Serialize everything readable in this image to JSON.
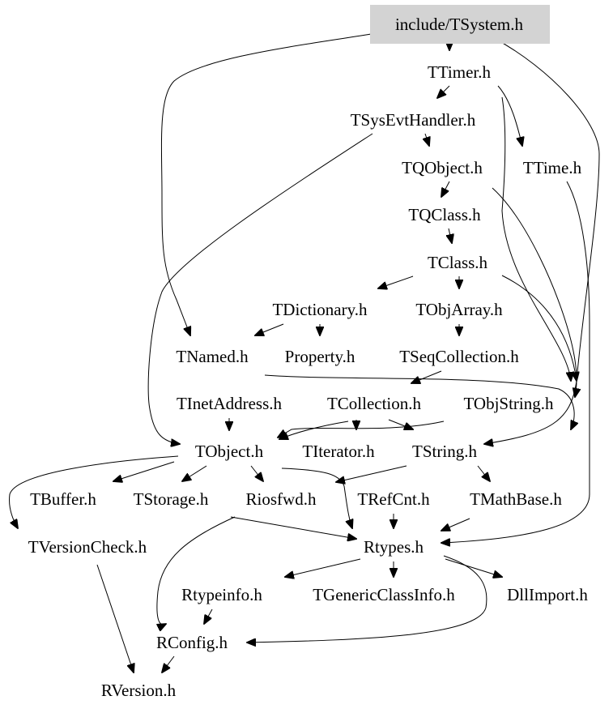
{
  "graph": {
    "root": "include/TSystem.h",
    "nodes": [
      {
        "id": "include_TSystem",
        "label": "include/TSystem.h"
      },
      {
        "id": "TTimer",
        "label": "TTimer.h"
      },
      {
        "id": "TSysEvtHandler",
        "label": "TSysEvtHandler.h"
      },
      {
        "id": "TQObject",
        "label": "TQObject.h"
      },
      {
        "id": "TTime",
        "label": "TTime.h"
      },
      {
        "id": "TQClass",
        "label": "TQClass.h"
      },
      {
        "id": "TClass",
        "label": "TClass.h"
      },
      {
        "id": "TDictionary",
        "label": "TDictionary.h"
      },
      {
        "id": "TObjArray",
        "label": "TObjArray.h"
      },
      {
        "id": "TNamed",
        "label": "TNamed.h"
      },
      {
        "id": "Property",
        "label": "Property.h"
      },
      {
        "id": "TSeqCollection",
        "label": "TSeqCollection.h"
      },
      {
        "id": "TInetAddress",
        "label": "TInetAddress.h"
      },
      {
        "id": "TCollection",
        "label": "TCollection.h"
      },
      {
        "id": "TObjString",
        "label": "TObjString.h"
      },
      {
        "id": "TObject",
        "label": "TObject.h"
      },
      {
        "id": "TIterator",
        "label": "TIterator.h"
      },
      {
        "id": "TString",
        "label": "TString.h"
      },
      {
        "id": "TBuffer",
        "label": "TBuffer.h"
      },
      {
        "id": "TStorage",
        "label": "TStorage.h"
      },
      {
        "id": "Riosfwd",
        "label": "Riosfwd.h"
      },
      {
        "id": "TRefCnt",
        "label": "TRefCnt.h"
      },
      {
        "id": "TMathBase",
        "label": "TMathBase.h"
      },
      {
        "id": "TVersionCheck",
        "label": "TVersionCheck.h"
      },
      {
        "id": "Rtypes",
        "label": "Rtypes.h"
      },
      {
        "id": "Rtypeinfo",
        "label": "Rtypeinfo.h"
      },
      {
        "id": "TGenericClassInfo",
        "label": "TGenericClassInfo.h"
      },
      {
        "id": "DllImport",
        "label": "DllImport.h"
      },
      {
        "id": "RConfig",
        "label": "RConfig.h"
      },
      {
        "id": "RVersion",
        "label": "RVersion.h"
      }
    ],
    "edges": [
      {
        "from": "include_TSystem",
        "to": "TTimer"
      },
      {
        "from": "include_TSystem",
        "to": "TNamed"
      },
      {
        "from": "include_TSystem",
        "to": "TString"
      },
      {
        "from": "TTimer",
        "to": "TSysEvtHandler"
      },
      {
        "from": "TTimer",
        "to": "TTime"
      },
      {
        "from": "TTimer",
        "to": "TObjString"
      },
      {
        "from": "TSysEvtHandler",
        "to": "TQObject"
      },
      {
        "from": "TSysEvtHandler",
        "to": "TObject"
      },
      {
        "from": "TQObject",
        "to": "TQClass"
      },
      {
        "from": "TQObject",
        "to": "TObjString"
      },
      {
        "from": "TTime",
        "to": "Rtypes"
      },
      {
        "from": "TQClass",
        "to": "TClass"
      },
      {
        "from": "TClass",
        "to": "TDictionary"
      },
      {
        "from": "TClass",
        "to": "TObjArray"
      },
      {
        "from": "TClass",
        "to": "TObjString"
      },
      {
        "from": "TDictionary",
        "to": "TNamed"
      },
      {
        "from": "TDictionary",
        "to": "Property"
      },
      {
        "from": "TObjArray",
        "to": "TSeqCollection"
      },
      {
        "from": "TSeqCollection",
        "to": "TCollection"
      },
      {
        "from": "TNamed",
        "to": "TString"
      },
      {
        "from": "TInetAddress",
        "to": "TObject"
      },
      {
        "from": "TCollection",
        "to": "TObject"
      },
      {
        "from": "TCollection",
        "to": "TIterator"
      },
      {
        "from": "TCollection",
        "to": "TString"
      },
      {
        "from": "TObjString",
        "to": "TObject"
      },
      {
        "from": "TObject",
        "to": "TBuffer"
      },
      {
        "from": "TObject",
        "to": "TStorage"
      },
      {
        "from": "TObject",
        "to": "Riosfwd"
      },
      {
        "from": "TObject",
        "to": "TVersionCheck"
      },
      {
        "from": "TObject",
        "to": "Rtypes"
      },
      {
        "from": "TString",
        "to": "TRefCnt"
      },
      {
        "from": "TString",
        "to": "TMathBase"
      },
      {
        "from": "TRefCnt",
        "to": "Rtypes"
      },
      {
        "from": "TMathBase",
        "to": "Rtypes"
      },
      {
        "from": "Riosfwd",
        "to": "RConfig"
      },
      {
        "from": "Riosfwd",
        "to": "Rtypes"
      },
      {
        "from": "Rtypes",
        "to": "Rtypeinfo"
      },
      {
        "from": "Rtypes",
        "to": "TGenericClassInfo"
      },
      {
        "from": "Rtypes",
        "to": "DllImport"
      },
      {
        "from": "Rtypes",
        "to": "RConfig"
      },
      {
        "from": "Rtypeinfo",
        "to": "RConfig"
      },
      {
        "from": "RConfig",
        "to": "RVersion"
      },
      {
        "from": "TVersionCheck",
        "to": "RVersion"
      }
    ]
  }
}
